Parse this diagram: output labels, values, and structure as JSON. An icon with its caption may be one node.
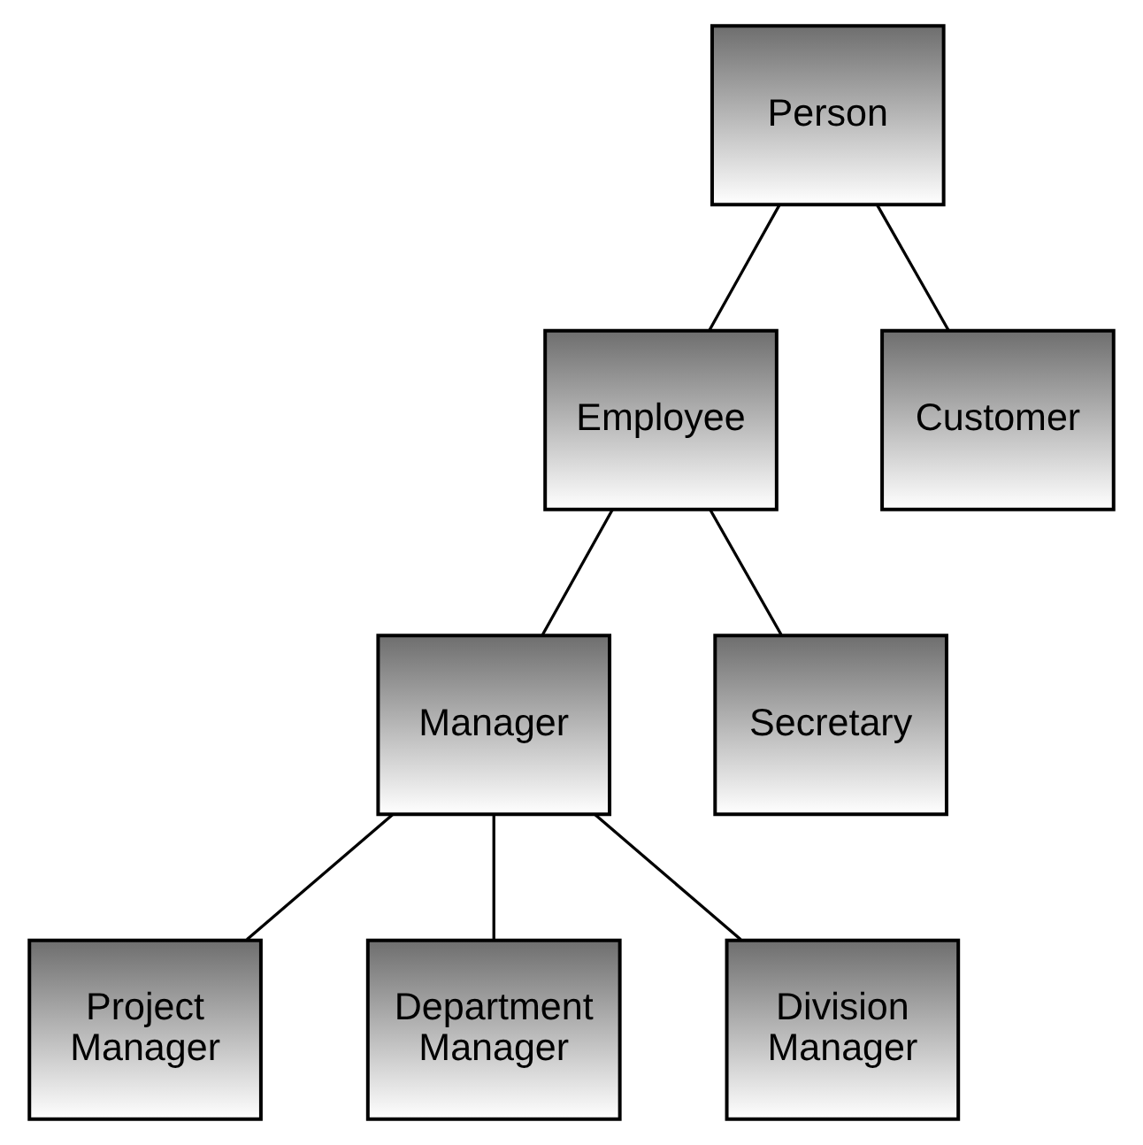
{
  "diagram": {
    "nodes": [
      {
        "text": [
          "Person"
        ]
      },
      {
        "text": [
          "Employee"
        ]
      },
      {
        "text": [
          "Customer"
        ]
      },
      {
        "text": [
          "Manager"
        ]
      },
      {
        "text": [
          "Secretary"
        ]
      },
      {
        "text": [
          "Project Manager"
        ]
      },
      {
        "text": [
          "Department Manager"
        ]
      },
      {
        "text": [
          "Division Manager"
        ]
      }
    ],
    "edges": [
      {
        "from": 0,
        "to": 1,
        "arrow": "none"
      },
      {
        "from": 0,
        "to": 2,
        "arrow": "none"
      },
      {
        "from": 1,
        "to": 3,
        "arrow": "none"
      },
      {
        "from": 1,
        "to": 4,
        "arrow": "none"
      },
      {
        "from": 3,
        "to": 5,
        "arrow": "none"
      },
      {
        "from": 3,
        "to": 6,
        "arrow": "none"
      },
      {
        "from": 3,
        "to": 7,
        "arrow": "none"
      }
    ]
  }
}
